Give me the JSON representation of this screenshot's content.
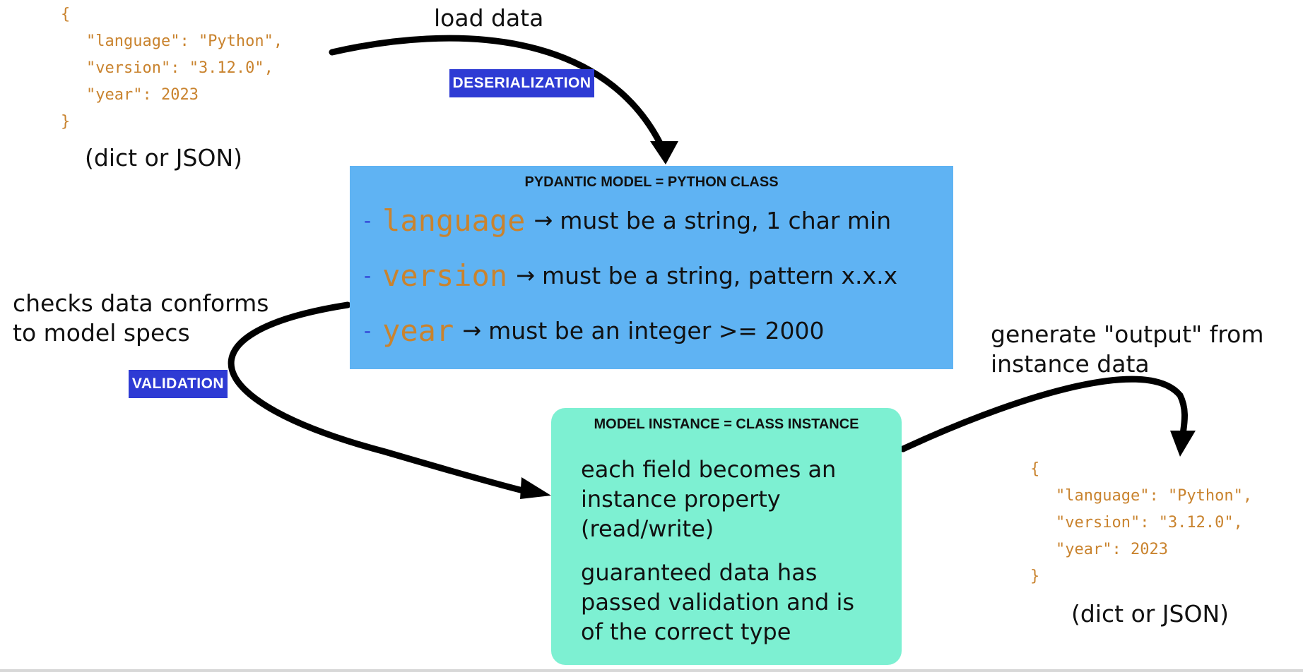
{
  "input_json": {
    "open_brace": "{",
    "lines": [
      "\"language\": \"Python\",",
      "\"version\": \"3.12.0\",",
      "\"year\": 2023"
    ],
    "close_brace": "}",
    "caption": "(dict or JSON)"
  },
  "load": {
    "label": "load data",
    "tag": "DESERIALIZATION"
  },
  "model": {
    "title": "PYDANTIC MODEL = PYTHON CLASS",
    "fields": [
      {
        "dash": "-",
        "name": "language",
        "arrow": "→",
        "rule": "must be a string, 1 char min"
      },
      {
        "dash": "-",
        "name": "version",
        "arrow": "→",
        "rule": "must be a string, pattern x.x.x"
      },
      {
        "dash": "-",
        "name": "year",
        "arrow": "→",
        "rule": "must be an integer >= 2000"
      }
    ]
  },
  "validation": {
    "label_line1": "checks data conforms",
    "label_line2": "to model specs",
    "tag": "VALIDATION"
  },
  "instance": {
    "title": "MODEL INSTANCE = CLASS INSTANCE",
    "text1_line1": "each field becomes an",
    "text1_line2": "instance property",
    "text1_line3": "(read/write)",
    "text2_line1": "guaranteed data has",
    "text2_line2": "passed validation and is",
    "text2_line3": "of the correct type"
  },
  "output": {
    "label_line1": "generate \"output\" from",
    "label_line2": "instance data"
  },
  "output_json": {
    "open_brace": "{",
    "lines": [
      "\"language\": \"Python\",",
      "\"version\": \"3.12.0\",",
      "\"year\": 2023"
    ],
    "close_brace": "}",
    "caption": "(dict or JSON)"
  },
  "colors": {
    "model_box": "#5fb3f3",
    "instance_box": "#7df0d2",
    "tag_bg": "#2e3bd4",
    "code_text": "#c9832e"
  }
}
